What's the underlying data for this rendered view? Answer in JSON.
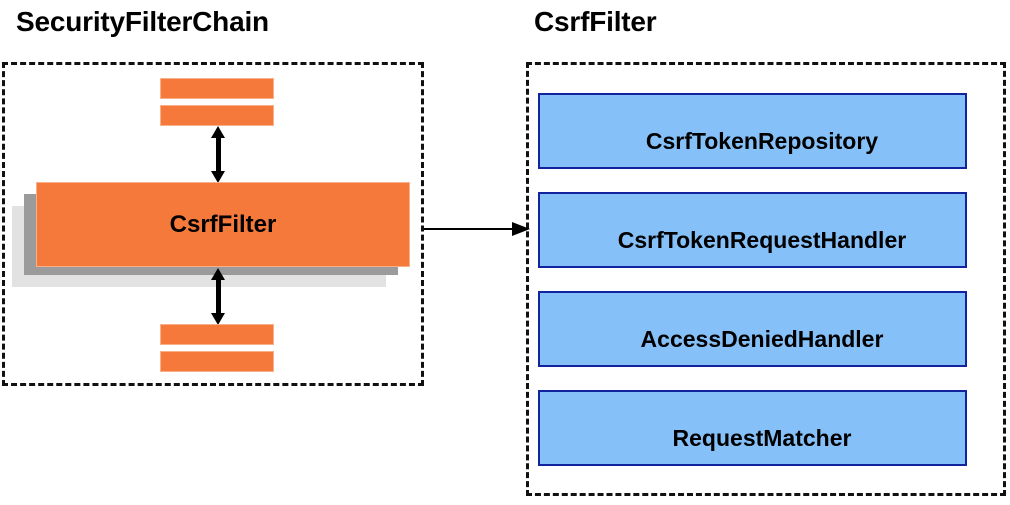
{
  "diagram": {
    "title_left": "SecurityFilterChain",
    "title_right": "CsrfFilter",
    "colors": {
      "orange_fill": "#f4793b",
      "orange_border": "#f8b08a",
      "blue_fill": "#85c0f9",
      "blue_border": "#12239e",
      "shadow_dark": "#9b9b9b",
      "shadow_light": "#e2e2e2",
      "outline": "#111111",
      "text": "#000000"
    }
  },
  "left_panel": {
    "title": "SecurityFilterChain",
    "highlighted_filter": "CsrfFilter",
    "filter_stubs": [
      {
        "id": "bar-top-1",
        "label": ""
      },
      {
        "id": "bar-top-2",
        "label": ""
      },
      {
        "id": "bar-bottom-1",
        "label": ""
      },
      {
        "id": "bar-bottom-2",
        "label": ""
      }
    ],
    "arrows": [
      {
        "name": "arrow-top",
        "kind": "double-headed-vertical"
      },
      {
        "name": "arrow-bottom",
        "kind": "double-headed-vertical"
      }
    ]
  },
  "connector": {
    "kind": "single-headed-horizontal",
    "from": "SecurityFilterChain",
    "to": "CsrfFilter",
    "label": ""
  },
  "right_panel": {
    "title": "CsrfFilter",
    "collaborators": [
      {
        "label": "CsrfTokenRepository"
      },
      {
        "label": "CsrfTokenRequestHandler"
      },
      {
        "label": "AccessDeniedHandler"
      },
      {
        "label": "RequestMatcher"
      }
    ]
  }
}
